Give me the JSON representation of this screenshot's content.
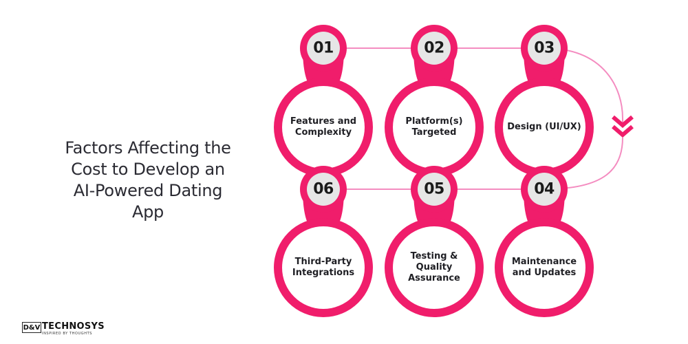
{
  "title_lines": [
    "Factors Affecting the",
    "Cost to Develop an",
    "AI-Powered Dating",
    "App"
  ],
  "colors": {
    "accent": "#f01d6b",
    "connector": "#f48cc0",
    "number_disc": "#e6e6e6",
    "text": "#2b2b33"
  },
  "steps": [
    {
      "number": "01",
      "lines": [
        "Features and",
        "Complexity"
      ]
    },
    {
      "number": "02",
      "lines": [
        "Platform(s)",
        "Targeted"
      ]
    },
    {
      "number": "03",
      "lines": [
        "Design (UI/UX)"
      ]
    },
    {
      "number": "04",
      "lines": [
        "Maintenance",
        "and Updates"
      ]
    },
    {
      "number": "05",
      "lines": [
        "Testing &",
        "Quality",
        "Assurance"
      ]
    },
    {
      "number": "06",
      "lines": [
        "Third-Party",
        "Integrations"
      ]
    }
  ],
  "logo": {
    "box": "D&V",
    "name": "TECHNOSYS",
    "tagline": "INSPIRED BY THOUGHTS"
  },
  "icons": [
    "double-chevron-down-icon"
  ]
}
